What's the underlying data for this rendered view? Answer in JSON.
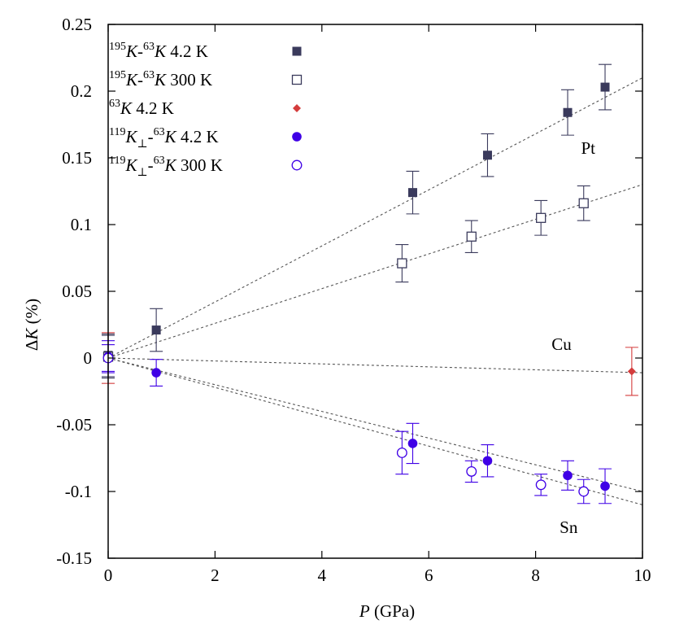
{
  "chart_data": {
    "type": "scatter",
    "xlabel": {
      "var": "P",
      "unit": " (GPa)"
    },
    "ylabel": {
      "prefix": "Δ",
      "var": "K",
      "unit": " (%)"
    },
    "xlim": [
      0,
      10
    ],
    "ylim": [
      -0.15,
      0.25
    ],
    "x_ticks": [
      0,
      2,
      4,
      6,
      8,
      10
    ],
    "x_tick_labels": [
      "0",
      "2",
      "4",
      "6",
      "8",
      "10"
    ],
    "y_ticks": [
      -0.15,
      -0.1,
      -0.05,
      0,
      0.05,
      0.1,
      0.15,
      0.2,
      0.25
    ],
    "y_tick_labels": [
      "-0.15",
      "-0.1",
      "-0.05",
      "0",
      "0.05",
      "0.1",
      "0.15",
      "0.2",
      "0.25"
    ],
    "grid": false,
    "legend_position": "top-left",
    "series": [
      {
        "name": "195K-63K 4.2 K",
        "legend": {
          "sup1": "195",
          "k1": "K",
          "sep": "-",
          "sup2": "63",
          "k2": "K",
          "rest": " 4.2 K"
        },
        "color": "#3a3a5c",
        "marker": "square-filled",
        "points": [
          {
            "x": 0.0,
            "y": 0.002,
            "err": 0.016
          },
          {
            "x": 0.9,
            "y": 0.021,
            "err": 0.016
          },
          {
            "x": 5.7,
            "y": 0.124,
            "err": 0.016
          },
          {
            "x": 7.1,
            "y": 0.152,
            "err": 0.016
          },
          {
            "x": 8.6,
            "y": 0.184,
            "err": 0.017
          },
          {
            "x": 9.3,
            "y": 0.203,
            "err": 0.017
          }
        ]
      },
      {
        "name": "195K-63K 300 K",
        "legend": {
          "sup1": "195",
          "k1": "K",
          "sep": "-",
          "sup2": "63",
          "k2": "K",
          "rest": " 300 K"
        },
        "color": "#3a3a5c",
        "marker": "square-open",
        "points": [
          {
            "x": 0.0,
            "y": 0.001,
            "err": 0.016
          },
          {
            "x": 5.5,
            "y": 0.071,
            "err": 0.014
          },
          {
            "x": 6.8,
            "y": 0.091,
            "err": 0.012
          },
          {
            "x": 8.1,
            "y": 0.105,
            "err": 0.013
          },
          {
            "x": 8.9,
            "y": 0.116,
            "err": 0.013
          }
        ]
      },
      {
        "name": "63K 4.2 K",
        "legend": {
          "sup1": "",
          "k1": "",
          "sep": "",
          "sup2": "63",
          "k2": "K",
          "rest": " 4.2 K"
        },
        "color": "#d43c3c",
        "marker": "diamond-filled",
        "points": [
          {
            "x": 0.0,
            "y": 0.0,
            "err": 0.019
          },
          {
            "x": 9.8,
            "y": -0.01,
            "err": 0.018
          }
        ]
      },
      {
        "name": "119K⊥-63K 4.2 K",
        "legend": {
          "sup1": "119",
          "k1": "K",
          "sub": "⊥",
          "sep": "-",
          "sup2": "63",
          "k2": "K",
          "rest": " 4.2 K"
        },
        "color": "#3f00e6",
        "marker": "circle-filled",
        "points": [
          {
            "x": 0.0,
            "y": 0.001,
            "err": 0.012
          },
          {
            "x": 0.9,
            "y": -0.011,
            "err": 0.01
          },
          {
            "x": 5.7,
            "y": -0.064,
            "err": 0.015
          },
          {
            "x": 7.1,
            "y": -0.077,
            "err": 0.012
          },
          {
            "x": 8.6,
            "y": -0.088,
            "err": 0.011
          },
          {
            "x": 9.3,
            "y": -0.096,
            "err": 0.013
          }
        ]
      },
      {
        "name": "119K⊥-63K 300 K",
        "legend": {
          "sup1": "119",
          "k1": "K",
          "sub": "⊥",
          "sep": "-",
          "sup2": "63",
          "k2": "K",
          "rest": " 300 K"
        },
        "color": "#3f00e6",
        "marker": "circle-open",
        "points": [
          {
            "x": 0.0,
            "y": 0.0,
            "err": 0.01
          },
          {
            "x": 5.5,
            "y": -0.071,
            "err": 0.016
          },
          {
            "x": 6.8,
            "y": -0.085,
            "err": 0.008
          },
          {
            "x": 8.1,
            "y": -0.095,
            "err": 0.008
          },
          {
            "x": 8.9,
            "y": -0.1,
            "err": 0.009
          }
        ]
      }
    ],
    "fit_lines": [
      {
        "color": "#555555",
        "from": [
          0,
          0
        ],
        "to": [
          10,
          0.21
        ]
      },
      {
        "color": "#555555",
        "from": [
          0,
          0
        ],
        "to": [
          10,
          0.13
        ]
      },
      {
        "color": "#555555",
        "from": [
          0,
          0
        ],
        "to": [
          10,
          -0.011
        ]
      },
      {
        "color": "#555555",
        "from": [
          0,
          0
        ],
        "to": [
          10,
          -0.1
        ]
      },
      {
        "color": "#555555",
        "from": [
          0,
          0
        ],
        "to": [
          10,
          -0.11
        ]
      }
    ],
    "annotations": [
      {
        "text": "Pt",
        "x": 8.85,
        "y": 0.153,
        "color": "#3a3a5c"
      },
      {
        "text": "Cu",
        "x": 8.3,
        "y": 0.006,
        "color": "#d43c3c"
      },
      {
        "text": "Sn",
        "x": 8.45,
        "y": -0.131,
        "color": "#3f00e6"
      }
    ]
  }
}
